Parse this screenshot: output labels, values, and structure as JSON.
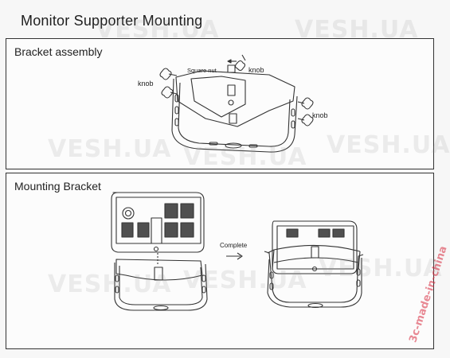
{
  "page": {
    "title": "Monitor Supporter Mounting"
  },
  "sections": {
    "bracket_assembly": {
      "title": "Bracket assembly",
      "labels": {
        "square_nut": "Square nut",
        "knob_top": "knob",
        "knob_left": "knob",
        "knob_right": "knob"
      }
    },
    "mounting_bracket": {
      "title": "Mounting Bracket",
      "labels": {
        "complete": "Complete"
      }
    }
  },
  "watermarks": {
    "main": "VESH.UA",
    "side": "3c-made-in-china"
  },
  "colors": {
    "line": "#333333",
    "side_watermark": "#d7283c"
  }
}
